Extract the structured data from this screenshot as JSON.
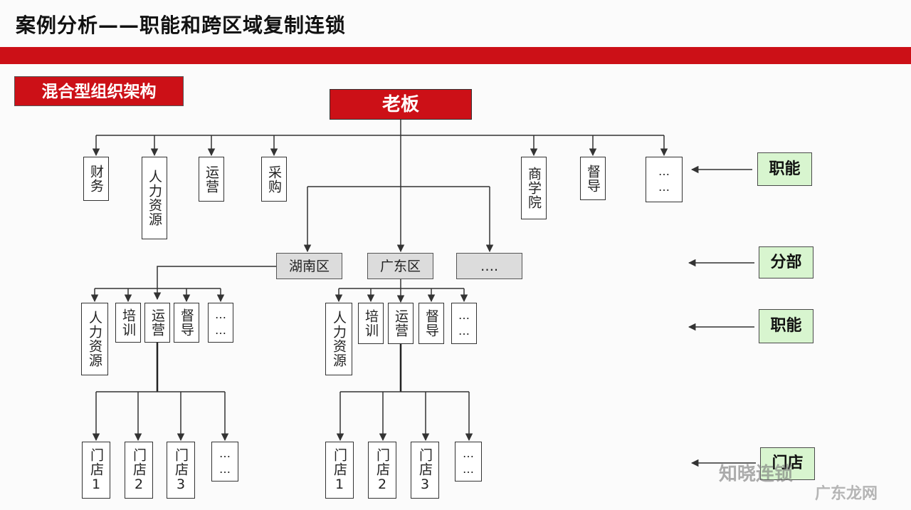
{
  "title": "案例分析——职能和跨区域复制连锁",
  "org_label": "混合型组织架构",
  "boss": "老板",
  "hq_functions": [
    "财务",
    "人力资源",
    "运营",
    "采购",
    "商学院",
    "督导",
    "…\n…"
  ],
  "regions": [
    "湖南区",
    "广东区",
    "…."
  ],
  "region_functions": [
    "人力资源",
    "培训",
    "运营",
    "督导",
    "…\n…"
  ],
  "stores": [
    "门店1",
    "门店2",
    "门店3",
    "…\n…"
  ],
  "legend": [
    "职能",
    "分部",
    "职能",
    "门店"
  ],
  "watermark": {
    "line1": "知晓连锁",
    "line2": "广东龙网"
  },
  "colors": {
    "accent_red": "#cc1017",
    "legend_green": "#d8f5cf",
    "region_gray": "#dcdcdc"
  }
}
